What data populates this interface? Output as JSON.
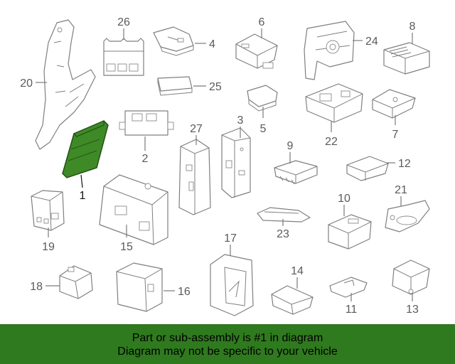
{
  "colors": {
    "highlight_fill": "#3e8a26",
    "highlight_stroke": "#1f4a12",
    "part_stroke": "#7f7f7f",
    "label_text": "#5a5a5a",
    "banner_background": "#2f7a1e",
    "banner_text": "#000000",
    "background": "#ffffff"
  },
  "callouts": [
    {
      "id": "1",
      "label": "1",
      "highlighted": true
    },
    {
      "id": "2",
      "label": "2"
    },
    {
      "id": "3",
      "label": "3"
    },
    {
      "id": "4",
      "label": "4"
    },
    {
      "id": "5",
      "label": "5"
    },
    {
      "id": "6",
      "label": "6"
    },
    {
      "id": "7",
      "label": "7"
    },
    {
      "id": "8",
      "label": "8"
    },
    {
      "id": "9",
      "label": "9"
    },
    {
      "id": "10",
      "label": "10"
    },
    {
      "id": "11",
      "label": "11"
    },
    {
      "id": "12",
      "label": "12"
    },
    {
      "id": "13",
      "label": "13"
    },
    {
      "id": "14",
      "label": "14"
    },
    {
      "id": "15",
      "label": "15"
    },
    {
      "id": "16",
      "label": "16"
    },
    {
      "id": "17",
      "label": "17"
    },
    {
      "id": "18",
      "label": "18"
    },
    {
      "id": "19",
      "label": "19"
    },
    {
      "id": "20",
      "label": "20"
    },
    {
      "id": "21",
      "label": "21"
    },
    {
      "id": "22",
      "label": "22"
    },
    {
      "id": "23",
      "label": "23"
    },
    {
      "id": "24",
      "label": "24"
    },
    {
      "id": "25",
      "label": "25"
    },
    {
      "id": "26",
      "label": "26"
    },
    {
      "id": "27",
      "label": "27"
    }
  ],
  "banner": {
    "line1": "Part or sub-assembly is #1 in diagram",
    "line2": "Diagram may not be specific to your vehicle"
  }
}
